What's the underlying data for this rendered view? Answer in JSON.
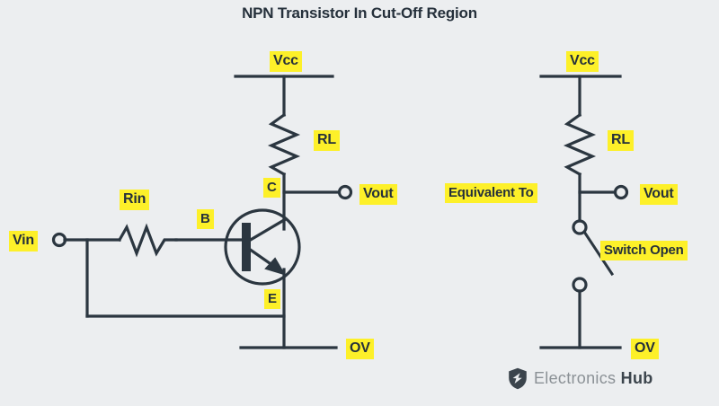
{
  "page": {
    "title": "NPN Transistor In Cut-Off Region",
    "background_color": "#eceef0",
    "wire_color": "#2b3640",
    "highlight_color": "#fdf029",
    "text_color": "#25303b"
  },
  "left_circuit": {
    "name": "npn-transistor-circuit",
    "labels": {
      "vcc": "Vcc",
      "rl": "RL",
      "collector": "C",
      "base": "B",
      "emitter": "E",
      "vout": "Vout",
      "vin": "Vin",
      "rin": "Rin",
      "ground": "OV"
    }
  },
  "right_circuit": {
    "name": "switch-equivalent-circuit",
    "labels": {
      "equivalent": "Equivalent To",
      "vcc": "Vcc",
      "rl": "RL",
      "vout": "Vout",
      "switch": "Switch Open",
      "ground": "OV"
    }
  },
  "watermark": {
    "brand_light": "Electronics",
    "brand_bold": "Hub"
  }
}
